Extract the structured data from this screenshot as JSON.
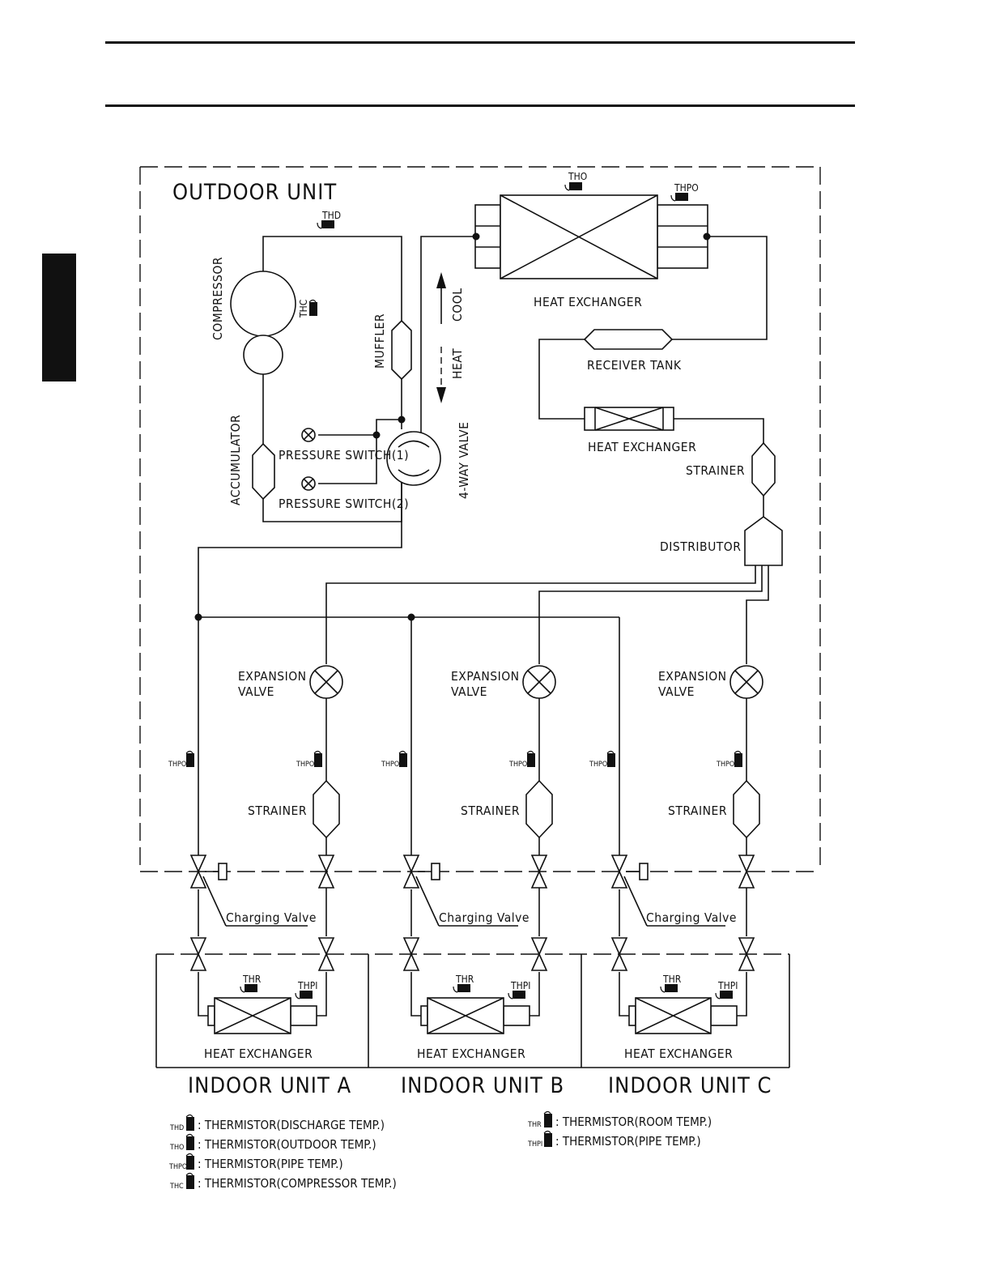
{
  "labels": {
    "outdoor_unit": "OUTDOOR UNIT",
    "compressor": "COMPRESSOR",
    "accumulator": "ACCUMULATOR",
    "muffler": "MUFFLER",
    "four_way_valve": "4-WAY VALVE",
    "pressure_switch_1": "PRESSURE SWITCH(1)",
    "pressure_switch_2": "PRESSURE SWITCH(2)",
    "cool": "COOL",
    "heat": "HEAT",
    "heat_exchanger": "HEAT EXCHANGER",
    "receiver_tank": "RECEIVER TANK",
    "strainer": "STRAINER",
    "distributor": "DISTRIBUTOR",
    "expansion_valve_1": "EXPANSION",
    "expansion_valve_2": "VALVE",
    "charging_valve": "Charging Valve",
    "indoor_unit_a": "INDOOR UNIT A",
    "indoor_unit_b": "INDOOR UNIT B",
    "indoor_unit_c": "INDOOR UNIT C"
  },
  "sensor_tags": {
    "thd": "THD",
    "tho": "THO",
    "thpo": "THPO",
    "thc": "THC",
    "thr": "THR",
    "thpi": "THPI"
  },
  "legend": {
    "thd": {
      "tag": "THD",
      "text": ": THERMISTOR(DISCHARGE TEMP.)"
    },
    "tho": {
      "tag": "THO",
      "text": ": THERMISTOR(OUTDOOR TEMP.)"
    },
    "thpo": {
      "tag": "THPO",
      "text": ": THERMISTOR(PIPE TEMP.)"
    },
    "thc": {
      "tag": "THC",
      "text": ": THERMISTOR(COMPRESSOR TEMP.)"
    },
    "thr": {
      "tag": "THR",
      "text": ": THERMISTOR(ROOM TEMP.)"
    },
    "thpi": {
      "tag": "THPI",
      "text": ": THERMISTOR(PIPE TEMP.)"
    }
  },
  "colors": {
    "ink": "#111111",
    "paper": "#ffffff"
  },
  "icons": [
    "thermistor-icon",
    "expansion-valve-icon",
    "stop-valve-icon",
    "charging-valve-icon",
    "flow-arrow-icon"
  ]
}
